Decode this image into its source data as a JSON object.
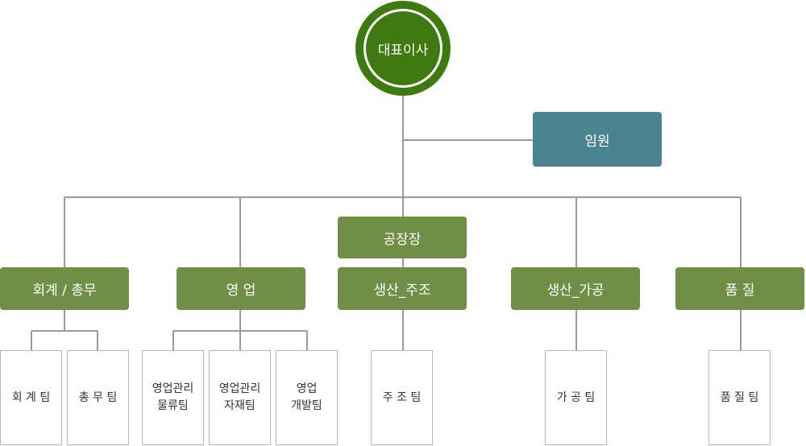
{
  "ceo": {
    "label": "대표이사"
  },
  "executive": {
    "label": "임원"
  },
  "plant_manager": {
    "label": "공장장"
  },
  "departments": [
    {
      "label": "회계 / 총무",
      "teams": [
        "회 계 팀",
        "총 무 팀"
      ]
    },
    {
      "label": "영 업",
      "teams": [
        "영업관리\n물류팀",
        "영업관리\n자재팀",
        "영업\n개발팀"
      ]
    },
    {
      "label": "생산_주조",
      "teams": [
        "주 조 팀"
      ]
    },
    {
      "label": "생산_가공",
      "teams": [
        "가 공 팀"
      ]
    },
    {
      "label": "품 질",
      "teams": [
        "품 질 팀"
      ]
    }
  ],
  "colors": {
    "ceo": "#3f7a10",
    "executive": "#4b8491",
    "department": "#6f8f47",
    "connector": "#9a9a9a"
  }
}
